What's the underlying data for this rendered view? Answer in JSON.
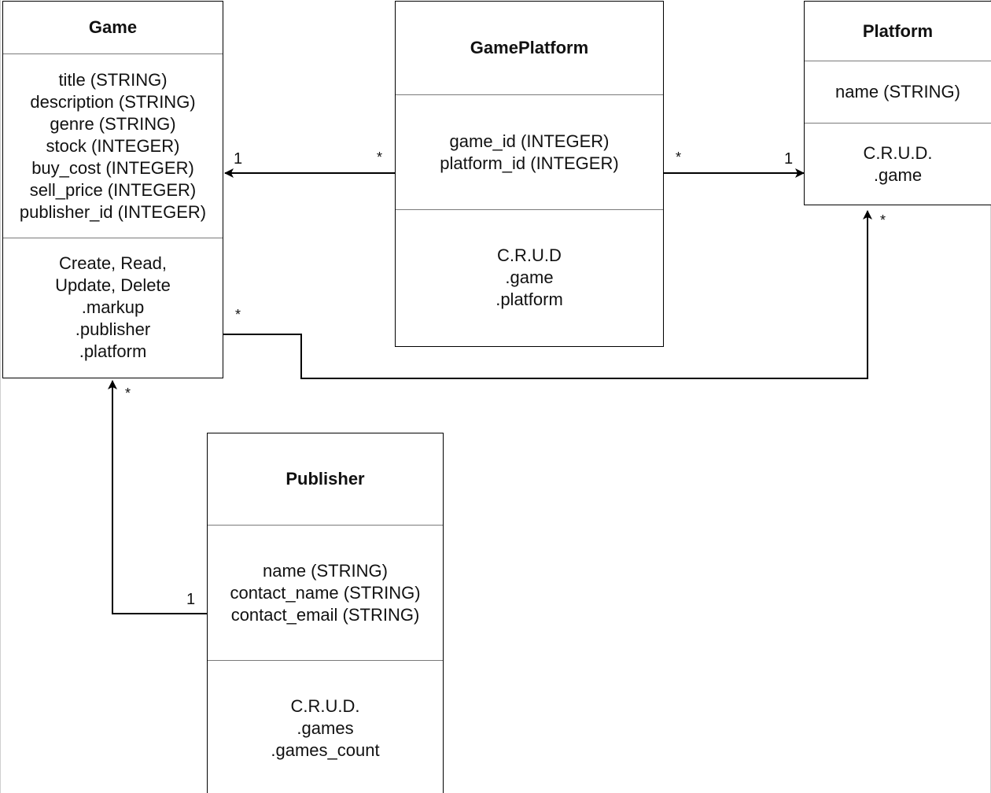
{
  "classes": {
    "game": {
      "name": "Game",
      "attributes": [
        "title (STRING)",
        "description (STRING)",
        "genre (STRING)",
        "stock (INTEGER)",
        "buy_cost (INTEGER)",
        "sell_price (INTEGER)",
        "publisher_id (INTEGER)"
      ],
      "methods": [
        "Create, Read,",
        "Update, Delete",
        ".markup",
        ".publisher",
        ".platform"
      ]
    },
    "gameplatform": {
      "name": "GamePlatform",
      "attributes": [
        "game_id (INTEGER)",
        "platform_id (INTEGER)"
      ],
      "methods": [
        "C.R.U.D",
        ".game",
        ".platform"
      ]
    },
    "platform": {
      "name": "Platform",
      "attributes": [
        "name (STRING)"
      ],
      "methods": [
        "C.R.U.D.",
        ".game"
      ]
    },
    "publisher": {
      "name": "Publisher",
      "attributes": [
        "name (STRING)",
        "contact_name (STRING)",
        "contact_email (STRING)"
      ],
      "methods": [
        "C.R.U.D.",
        ".games",
        ".games_count"
      ]
    }
  },
  "multiplicities": {
    "game_gp_one": "1",
    "game_gp_many": "*",
    "gp_platform_many": "*",
    "gp_platform_one": "1",
    "game_platform_many": "*",
    "platform_game_many": "*",
    "game_publisher_many": "*",
    "publisher_game_one": "1"
  }
}
